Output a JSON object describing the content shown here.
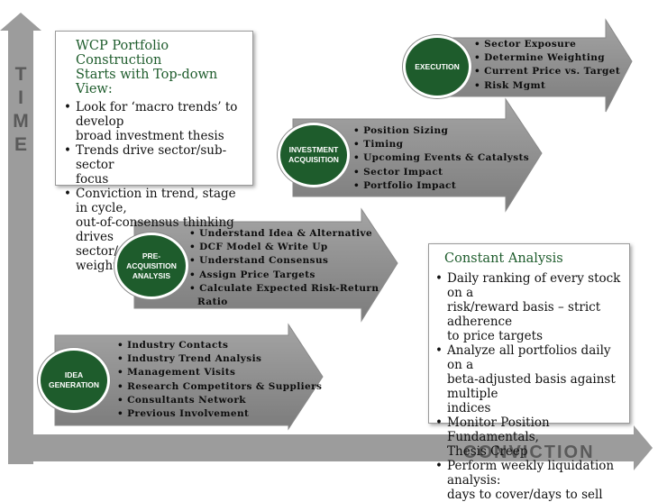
{
  "axes": {
    "vertical_label": [
      "T",
      "I",
      "M",
      "E"
    ],
    "horizontal_label": "CONVICTION"
  },
  "colors": {
    "arrow_fill": "#8e8e8e",
    "axis": "#9c9c9c",
    "accent_green": "#1e5c2c"
  },
  "intro_box": {
    "title_lines": [
      "WCP Portfolio Construction",
      "Starts with Top-down View:"
    ],
    "items": [
      [
        "Look for ‘macro trends’ to develop",
        "broad investment thesis"
      ],
      [
        "Trends drive sector/sub-sector",
        "focus"
      ],
      [
        "Conviction in trend, stage in cycle,",
        "out-of-consensus thinking drives",
        "sector/sub-sector weightings"
      ]
    ]
  },
  "analysis_box": {
    "title": "Constant Analysis",
    "items": [
      [
        "Daily ranking of every stock on a",
        "risk/reward basis – strict adherence",
        "to price targets"
      ],
      [
        "Analyze all portfolios daily on a",
        "beta-adjusted basis against multiple",
        "indices"
      ],
      [
        "Monitor Position Fundamentals,",
        "Thesis Creep"
      ],
      [
        "Perform weekly liquidation analysis:",
        "days to cover/days to sell"
      ]
    ]
  },
  "stages": {
    "execution": {
      "label": [
        "EXECUTION"
      ],
      "items": [
        "Sector Exposure",
        "Determine Weighting",
        "Current Price vs. Target",
        "Risk Mgmt"
      ]
    },
    "investment": {
      "label": [
        "INVESTMENT",
        "ACQUISITION"
      ],
      "items": [
        "Position Sizing",
        "Timing",
        "Upcoming Events & Catalysts",
        "Sector Impact",
        "Portfolio Impact"
      ]
    },
    "pre_acquisition": {
      "label": [
        "PRE-",
        "ACQUISITION",
        "ANALYSIS"
      ],
      "items": [
        "Understand Idea & Alternative",
        "DCF Model & Write Up",
        "Understand Consensus",
        "Assign Price Targets",
        "Calculate Expected Risk-Return"
      ],
      "continuation": "Ratio"
    },
    "idea": {
      "label": [
        "IDEA",
        "GENERATION"
      ],
      "items": [
        "Industry Contacts",
        "Industry Trend Analysis",
        "Management Visits",
        "Research Competitors & Suppliers",
        "Consultants Network",
        "Previous Involvement"
      ]
    }
  }
}
